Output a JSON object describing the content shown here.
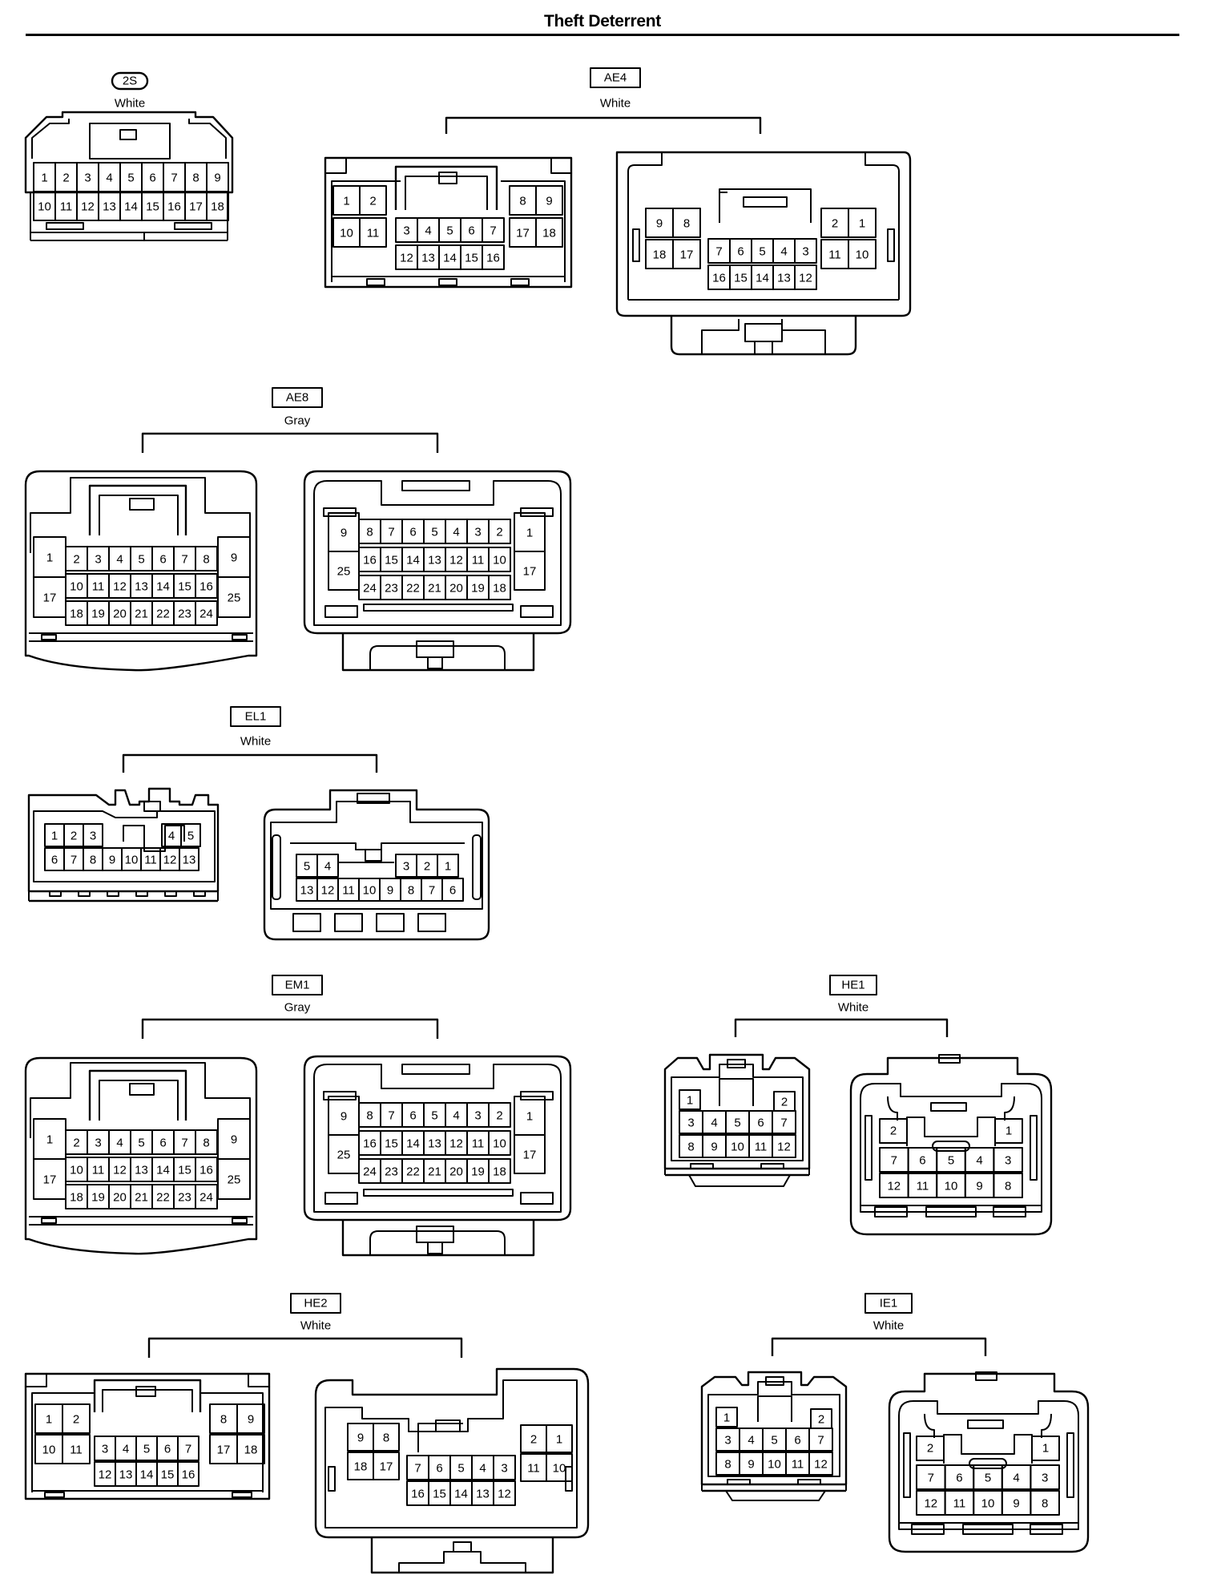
{
  "title": "Theft Deterrent",
  "connectors": [
    {
      "id": "2S",
      "color": "White"
    },
    {
      "id": "AE4",
      "color": "White"
    },
    {
      "id": "AE8",
      "color": "Gray"
    },
    {
      "id": "EL1",
      "color": "White"
    },
    {
      "id": "EM1",
      "color": "Gray"
    },
    {
      "id": "HE1",
      "color": "White"
    },
    {
      "id": "HE2",
      "color": "White"
    },
    {
      "id": "IE1",
      "color": "White"
    }
  ]
}
